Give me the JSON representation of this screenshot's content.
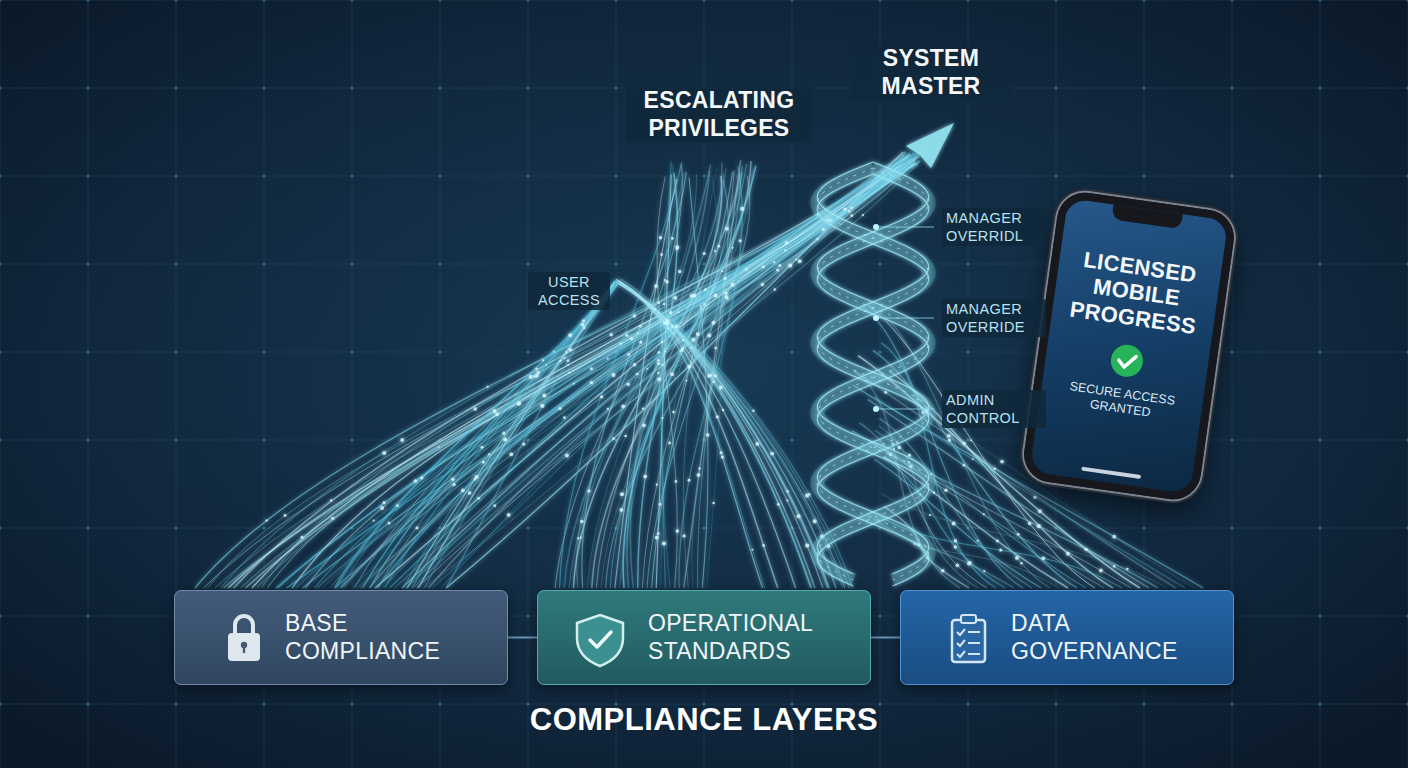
{
  "diagram": {
    "caption": "COMPLIANCE LAYERS",
    "nodes": [
      {
        "text": [
          "LICENSED MOBILE PROGRESS",
          "SECURE ACCESS GRANTED"
        ]
      },
      {
        "text": [
          "BASE COMPLIANCE"
        ]
      },
      {
        "text": [
          "OPERATIONAL STANDARDS"
        ]
      },
      {
        "text": [
          "DATA GOVERNANCE"
        ]
      }
    ],
    "edges": [
      {
        "from": 1,
        "to": 2,
        "arrow": "none"
      },
      {
        "from": 2,
        "to": 3,
        "arrow": "none"
      }
    ],
    "labels": [
      "SYSTEM MASTER",
      "ESCALATING PRIVILEGES",
      "MANAGER OVERRIDL",
      "USER ACCESS",
      "MANAGER OVERRIDE",
      "ADMIN CONTROL"
    ]
  }
}
